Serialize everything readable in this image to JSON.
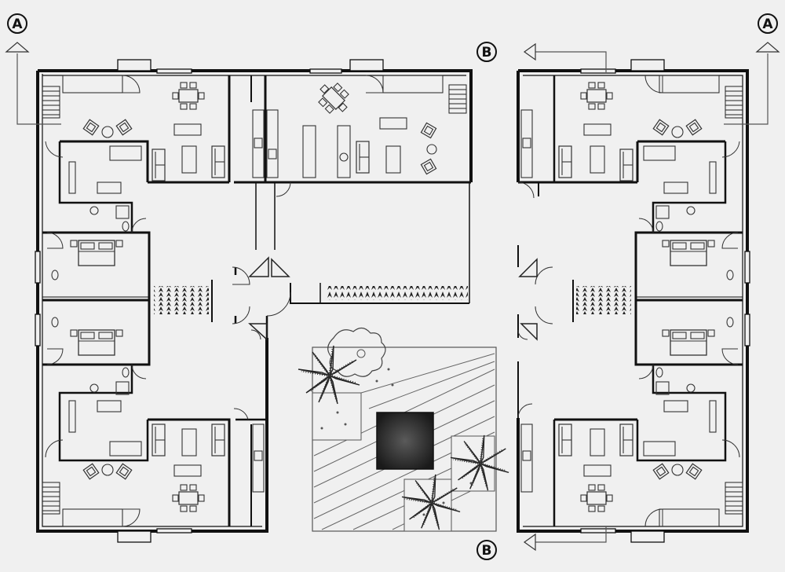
{
  "section_markers": {
    "a_left": "A",
    "a_right": "A",
    "b_top": "B",
    "b_bottom": "B"
  },
  "colors": {
    "background": "#f0f0f0",
    "wall": "#111111",
    "line": "#333333",
    "furniture": "#444444",
    "hedge": "#222222",
    "pool": "#2a2a2a"
  }
}
